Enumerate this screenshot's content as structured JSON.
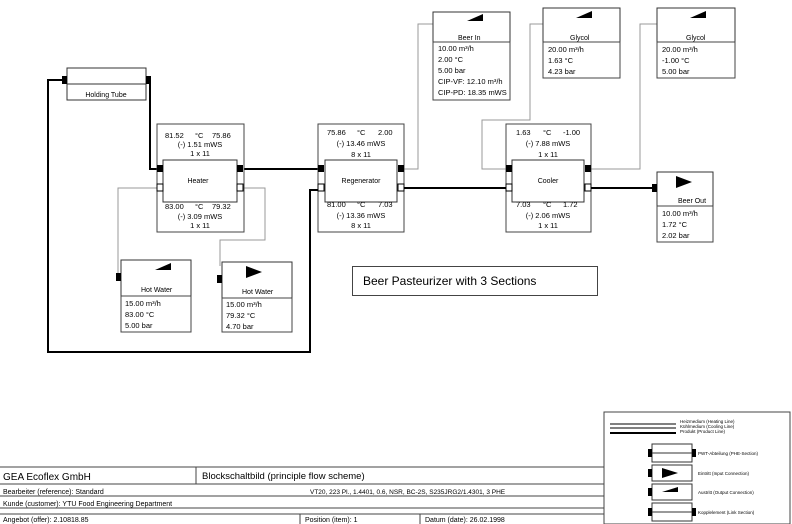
{
  "diagram_title": "Beer Pasteurizer with 3 Sections",
  "units": {
    "holding_tube": {
      "label": "Holding Tube"
    },
    "heater": {
      "label": "Heater",
      "top": {
        "t_in": "81.52",
        "unit": "°C",
        "t_out": "75.86",
        "pressure": "(-) 1.51 mWS",
        "plates": "1 x 11"
      },
      "bottom": {
        "t_in": "83.00",
        "unit": "°C",
        "t_out": "79.32",
        "pressure": "(-) 3.09 mWS",
        "plates": "1 x 11"
      }
    },
    "regenerator": {
      "label": "Regenerator",
      "top": {
        "t_in": "75.86",
        "unit": "°C",
        "t_out": "2.00",
        "pressure": "(-) 13.46 mWS",
        "plates": "8 x 11"
      },
      "bottom": {
        "t_in": "81.00",
        "unit": "°C",
        "t_out": "7.03",
        "pressure": "(-) 13.36 mWS",
        "plates": "8 x 11"
      }
    },
    "cooler": {
      "label": "Cooler",
      "top": {
        "t_in": "1.63",
        "unit": "°C",
        "t_out": "-1.00",
        "pressure": "(-) 7.88 mWS",
        "plates": "1 x 11"
      },
      "bottom": {
        "t_in": "7.03",
        "unit": "°C",
        "t_out": "1.72",
        "pressure": "(-) 2.06 mWS",
        "plates": "1 x 11"
      }
    }
  },
  "streams": {
    "beer_in": {
      "label": "Beer In",
      "lines": [
        "10.00 m³/h",
        "2.00 °C",
        "5.00 bar",
        "CIP-VF: 12.10 m³/h",
        "CIP-PD: 18.35 mWS"
      ]
    },
    "glycol_in": {
      "label": "Glycol",
      "lines": [
        "20.00 m³/h",
        "1.63 °C",
        "4.23 bar"
      ]
    },
    "glycol_out": {
      "label": "Glycol",
      "lines": [
        "20.00 m³/h",
        "-1.00 °C",
        "5.00 bar"
      ]
    },
    "beer_out": {
      "label": "Beer Out",
      "lines": [
        "10.00 m³/h",
        "1.72 °C",
        "2.02 bar"
      ]
    },
    "hot_water_out": {
      "label": "Hot Water",
      "lines": [
        "15.00 m³/h",
        "83.00 °C",
        "5.00 bar"
      ]
    },
    "hot_water_in": {
      "label": "Hot Water",
      "lines": [
        "15.00 m³/h",
        "79.32 °C",
        "4.70 bar"
      ]
    }
  },
  "legend": {
    "lines": [
      "Heizmedium (Heating Line)",
      "Kühlmedium (Cooling Line)",
      "Produkt (Product Line)"
    ],
    "items": [
      "PWT-Abteilung (PHE-Section)",
      "Eintritt (Input Connection)",
      "Austritt (Output Connection)",
      "Kopplelement (Link Section)"
    ]
  },
  "footer": {
    "company": "GEA Ecoflex GmbH",
    "doc_title": "Blockschaltbild (principle flow scheme)",
    "engineer": "Bearbeiter (reference): Standard",
    "spec": "VT20, 223 Pl., 1.4401, 0.6, NSR, BC-2S, S235JRG2/1.4301, 3 PHE",
    "customer": "Kunde (customer): YTU Food Engineering Department",
    "offer": "Angebot (offer): 2.10818.85",
    "position": "Position (item): 1",
    "date": "Datum (date): 26.02.1998"
  },
  "colors": {
    "line": "#000000",
    "frame": "#444444",
    "thin": "#9a9a9a"
  }
}
